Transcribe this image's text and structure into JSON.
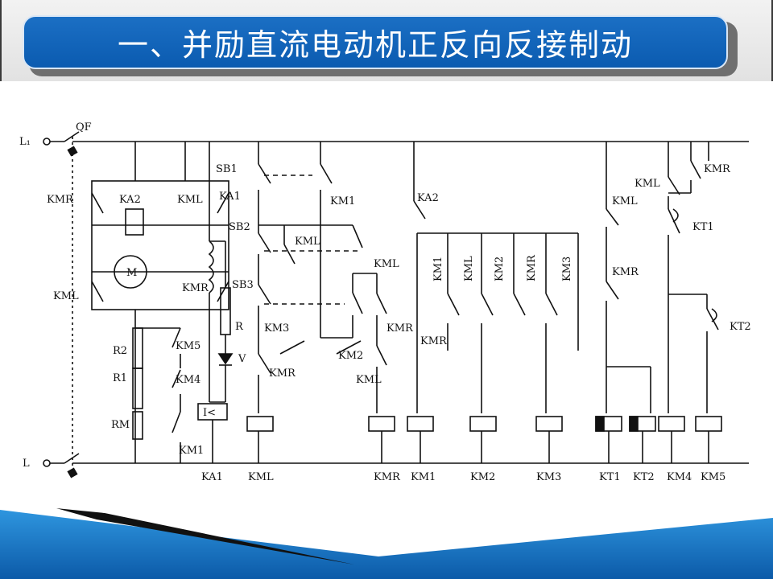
{
  "title": "一、并励直流电动机正反向反接制动",
  "diagram": {
    "power_top": "L₁",
    "power_bottom": "L",
    "breaker": "QF",
    "bridge_left_top": "KMR",
    "bridge_right_top": "KML",
    "bridge_left_bottom": "KML",
    "bridge_right_bottom": "KMR",
    "bridge_relay": "KA2",
    "motor": "M",
    "r2": "R2",
    "r1": "R1",
    "rm": "RM",
    "km5": "KM5",
    "km4": "KM4",
    "km1_field": "KM1",
    "field_resistor": "R",
    "diode": "V",
    "ka1_coil": "I<",
    "sb1": "SB1",
    "ka1": "KA1",
    "km1_a": "KM1",
    "sb2": "SB2",
    "kml_a": "KML",
    "sb3": "SB3",
    "km3": "KM3",
    "kmr_a": "KMR",
    "km2_a": "KM2",
    "kml_b": "KML",
    "kmr_b": "KMR",
    "kml_c": "KML",
    "ka2": "KA2",
    "km1_b": "KM1",
    "kmr_c": "KMR",
    "col_kml": "KML",
    "col_km2": "KM2",
    "col_kmr": "KMR",
    "col_km3": "KM3",
    "kml_d": "KML",
    "kmr_d": "KMR",
    "kml_e": "KML",
    "kmr_e": "KMR",
    "kt1": "KT1",
    "kt2": "KT2",
    "bottom_labels": [
      "KA1",
      "KML",
      "KMR",
      "KM1",
      "KM2",
      "KM3",
      "KT1",
      "KT2",
      "KM4",
      "KM5"
    ]
  },
  "colors": {
    "title_bar": "#0f62b8",
    "band_dark": "#0c5aa8",
    "band_light": "#2f97e0"
  }
}
